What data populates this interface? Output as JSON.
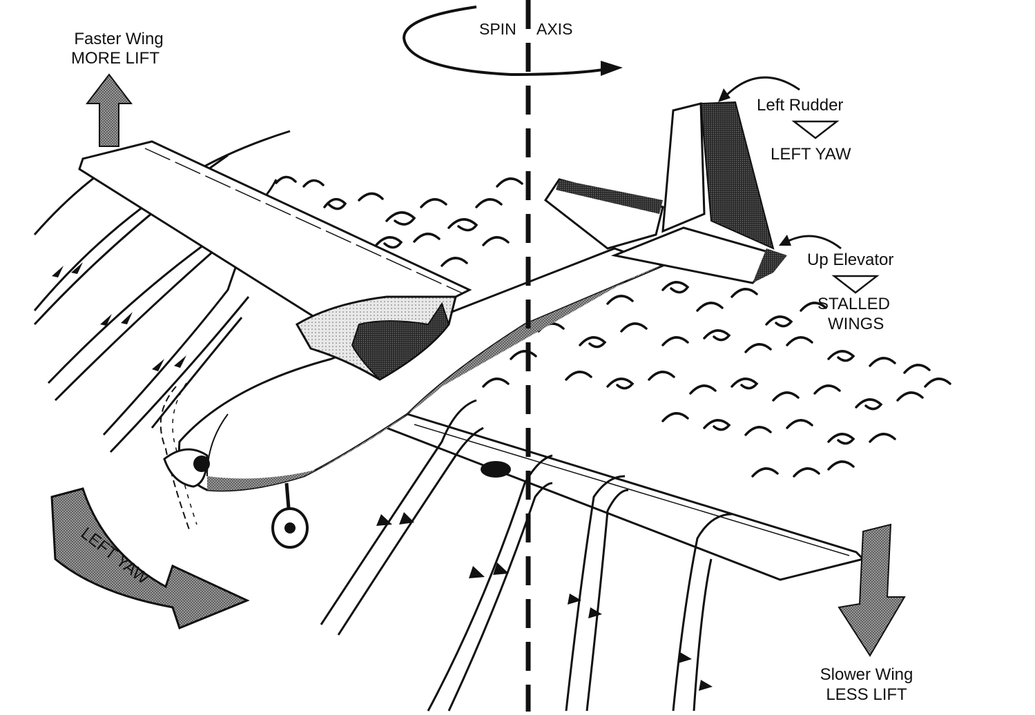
{
  "labels": {
    "spin": "SPIN",
    "axis": "AXIS",
    "faster_wing": "Faster Wing",
    "more_lift": "MORE LIFT",
    "left_rudder": "Left Rudder",
    "left_yaw_tail": "LEFT YAW",
    "up_elevator": "Up Elevator",
    "stalled": "STALLED",
    "wings": "WINGS",
    "left_yaw_arc": "LEFT YAW",
    "slower_wing": "Slower Wing",
    "less_lift": "LESS LIFT"
  },
  "colors": {
    "ink": "#111111",
    "paper": "#ffffff",
    "shade": "#8a8a8a",
    "dark": "#3a3a3a"
  }
}
